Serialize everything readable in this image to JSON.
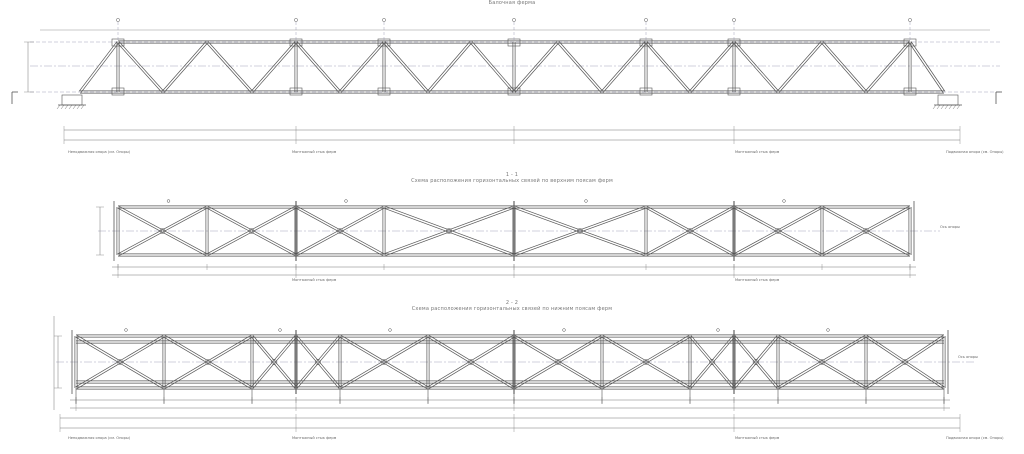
{
  "sheet": {
    "top_title": "Балочная ферма",
    "section_1": {
      "number": "1 - 1",
      "title": "Схема расположения горизонтальных связей по верхним поясам ферм"
    },
    "section_2": {
      "number": "2 - 2",
      "title": "Схема расположения горизонтальных связей по нижним поясам ферм"
    },
    "notes": {
      "fixed_support": "Неподвижная опора (см. Опоры)",
      "movable_support": "Подвижная опора (см. Опоры)",
      "mounting_joint": "Монтажный стык ферм",
      "support_axis": "Ось опоры"
    },
    "colors": {
      "line": "#555555",
      "axis": "#8a8aa8",
      "dim": "#777777"
    }
  }
}
